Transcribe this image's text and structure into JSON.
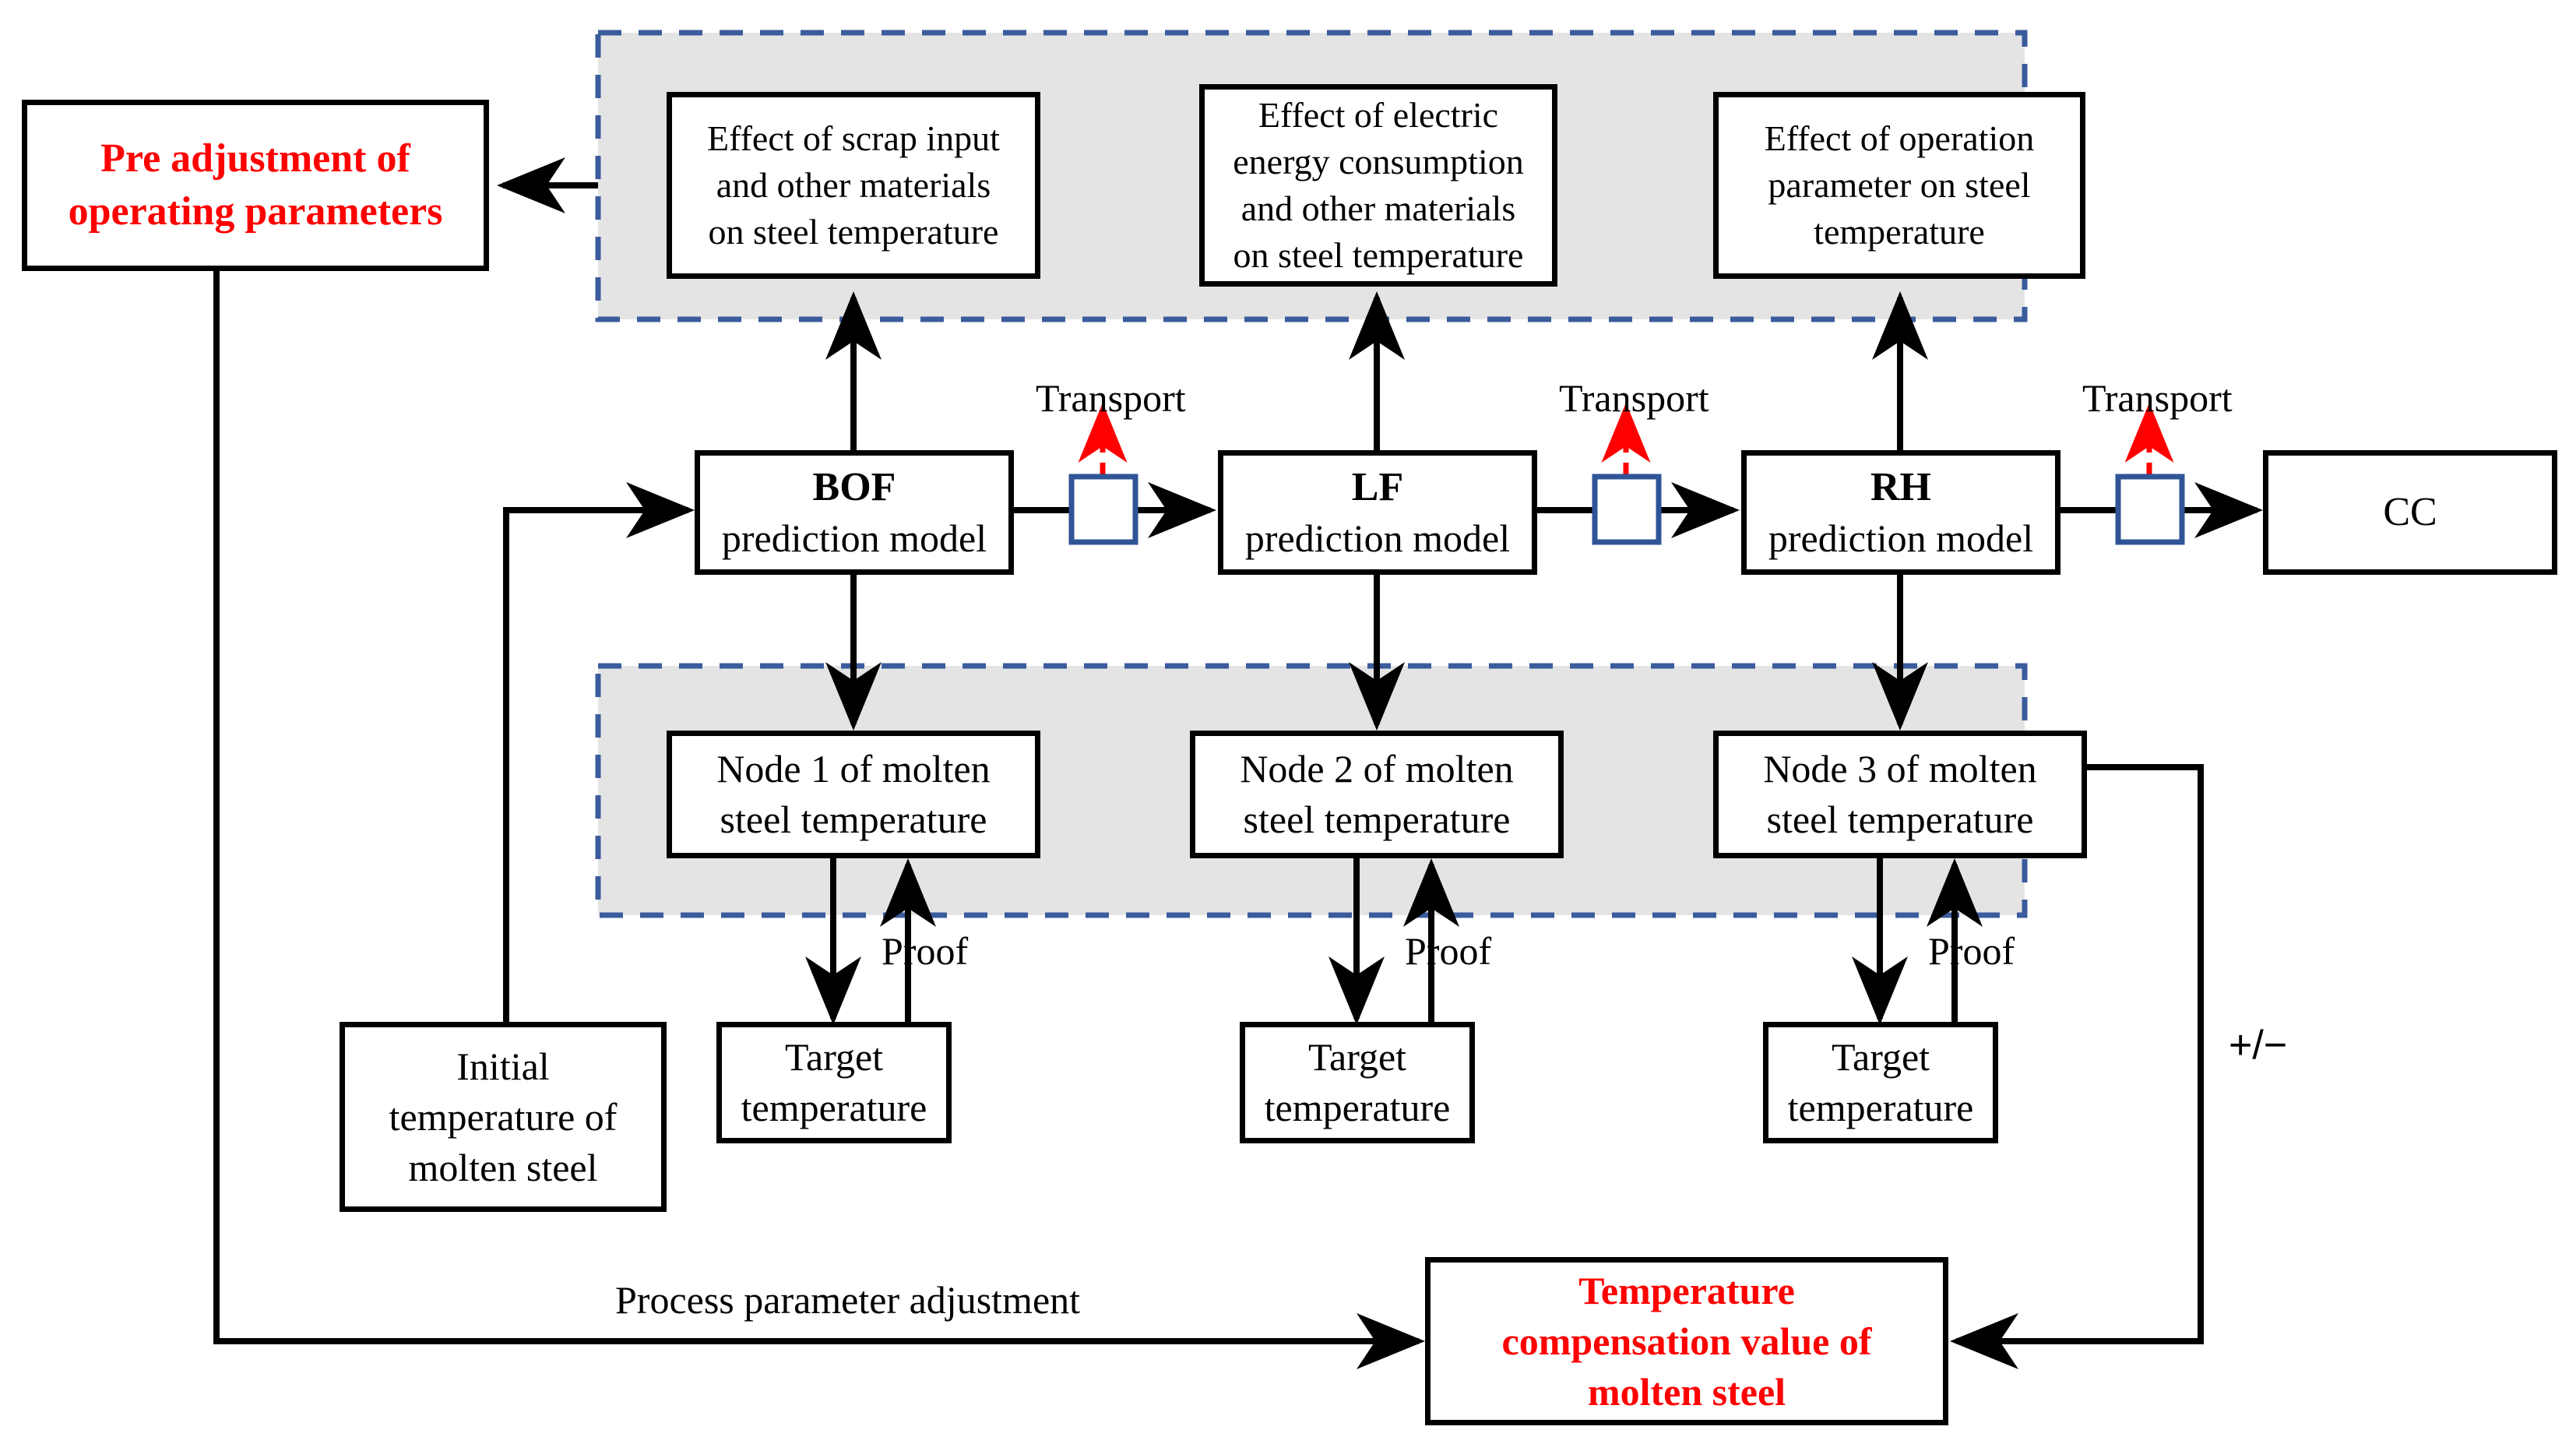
{
  "diagram": {
    "title": "Molten steel temperature prediction and compensation control flow",
    "colors": {
      "panel_fill": "#e4e4e4",
      "panel_border": "#3b5c9c",
      "box_border": "#000000",
      "accent_red": "#ff0000",
      "transport_box_border": "#2f5597",
      "line": "#000000"
    }
  },
  "boxes": {
    "pre_adjustment": "Pre adjustment of\noperating parameters",
    "effect_scrap": "Effect of scrap input\nand other materials\non steel temperature",
    "effect_electric": "Effect of electric\nenergy consumption\nand other materials\non steel temperature",
    "effect_operation": "Effect of operation\nparameter on steel\ntemperature",
    "bof_title": "BOF",
    "bof_sub": "prediction model",
    "lf_title": "LF",
    "lf_sub": "prediction model",
    "rh_title": "RH",
    "rh_sub": "prediction model",
    "cc": "CC",
    "node1": "Node 1 of molten\nsteel temperature",
    "node2": "Node 2 of molten\nsteel temperature",
    "node3": "Node 3 of molten\nsteel temperature",
    "initial_temp": "Initial\ntemperature of\nmolten steel",
    "target_temp_1": "Target\ntemperature",
    "target_temp_2": "Target\ntemperature",
    "target_temp_3": "Target\ntemperature",
    "compensation": "Temperature\ncompensation value of\nmolten steel"
  },
  "labels": {
    "transport_1": "Transport",
    "transport_2": "Transport",
    "transport_3": "Transport",
    "proof_1": "Proof",
    "proof_2": "Proof",
    "proof_3": "Proof",
    "plus_minus": "+/−",
    "process_param_adjust": "Process parameter adjustment"
  }
}
